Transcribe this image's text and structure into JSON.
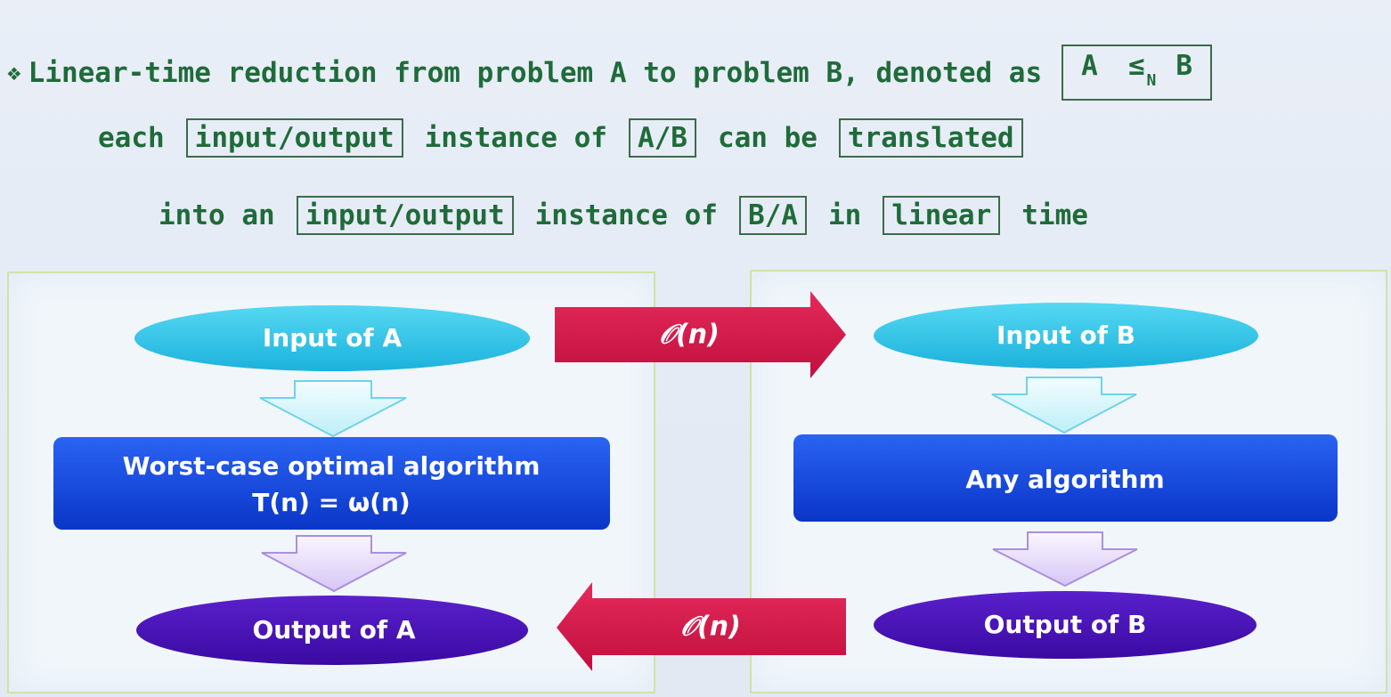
{
  "header": {
    "line1": {
      "bullet": "❖",
      "text": "Linear-time reduction from problem A to problem B, denoted as",
      "notation": {
        "left": "A",
        "symbol": "≤",
        "subscript": "N",
        "right": "B"
      }
    },
    "line2": {
      "t1": "each",
      "b1": "input/output",
      "t2": "instance of",
      "b2": "A/B",
      "t3": "can be",
      "b3": "translated"
    },
    "line3": {
      "t1": "into an",
      "b1": "input/output",
      "t2": "instance of",
      "b2": "B/A",
      "t3": "in",
      "b3": "linear",
      "t4": "time"
    }
  },
  "diagram": {
    "left": {
      "input": "Input of A",
      "algorithm_line1": "Worst-case optimal algorithm",
      "algorithm_line2": "T(n) = ω(n)",
      "output": "Output of A"
    },
    "right": {
      "input": "Input of B",
      "algorithm": "Any algorithm",
      "output": "Output of B"
    },
    "top_arrow_label": "𝒪(n)",
    "bottom_arrow_label": "𝒪(n)"
  },
  "colors": {
    "text_green": "#1f6b3a",
    "input_ellipse": "#2ec6e8",
    "algorithm_box": "#1147e0",
    "output_ellipse": "#4a12b8",
    "red_arrow": "#d4174a",
    "down_arrow_cyan": "#d8f6fb",
    "down_arrow_lilac": "#e7dcfa"
  }
}
